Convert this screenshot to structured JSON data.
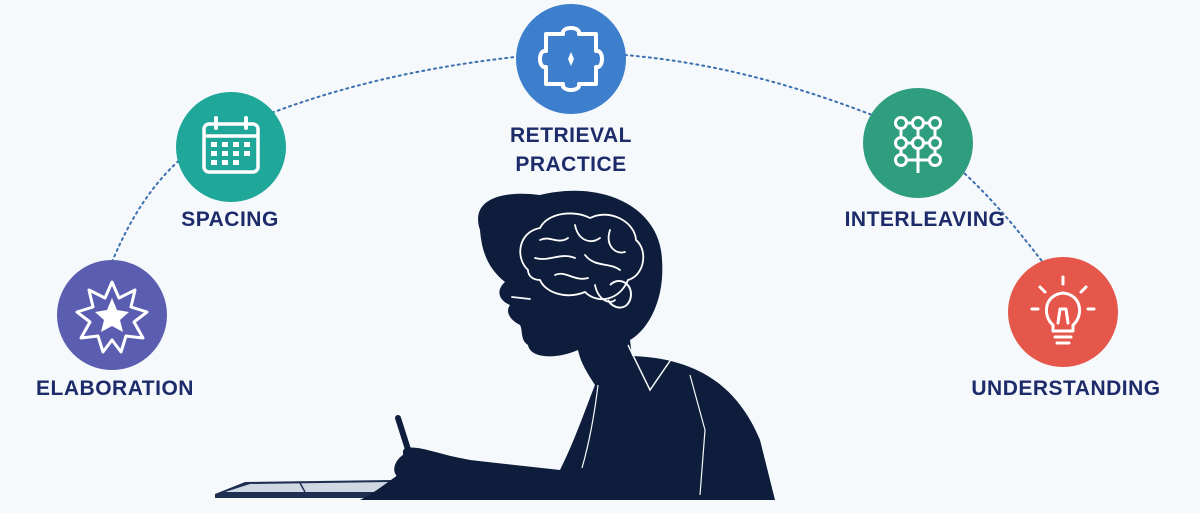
{
  "colors": {
    "background": "#f6f9fb",
    "label_text": "#1d2b6b",
    "arc_dots": "#3b6fb0",
    "silhouette": "#0e1d3c",
    "elaboration": "#5a5db0",
    "spacing": "#1fa79a",
    "retrieval": "#3d7fcc",
    "interleaving": "#2f9e7f",
    "understanding": "#e5574b"
  },
  "nodes": {
    "elaboration": {
      "label": "ELABORATION",
      "icon": "starburst-icon"
    },
    "spacing": {
      "label": "SPACING",
      "icon": "calendar-icon"
    },
    "retrieval": {
      "label_line1": "RETRIEVAL",
      "label_line2": "PRACTICE",
      "icon": "puzzle-piece-icon"
    },
    "interleaving": {
      "label": "INTERLEAVING",
      "icon": "connected-nodes-icon"
    },
    "understanding": {
      "label": "UNDERSTANDING",
      "icon": "lightbulb-icon"
    }
  },
  "figure": {
    "icon": "student-writing-silhouette",
    "brain_icon": "brain-icon"
  }
}
